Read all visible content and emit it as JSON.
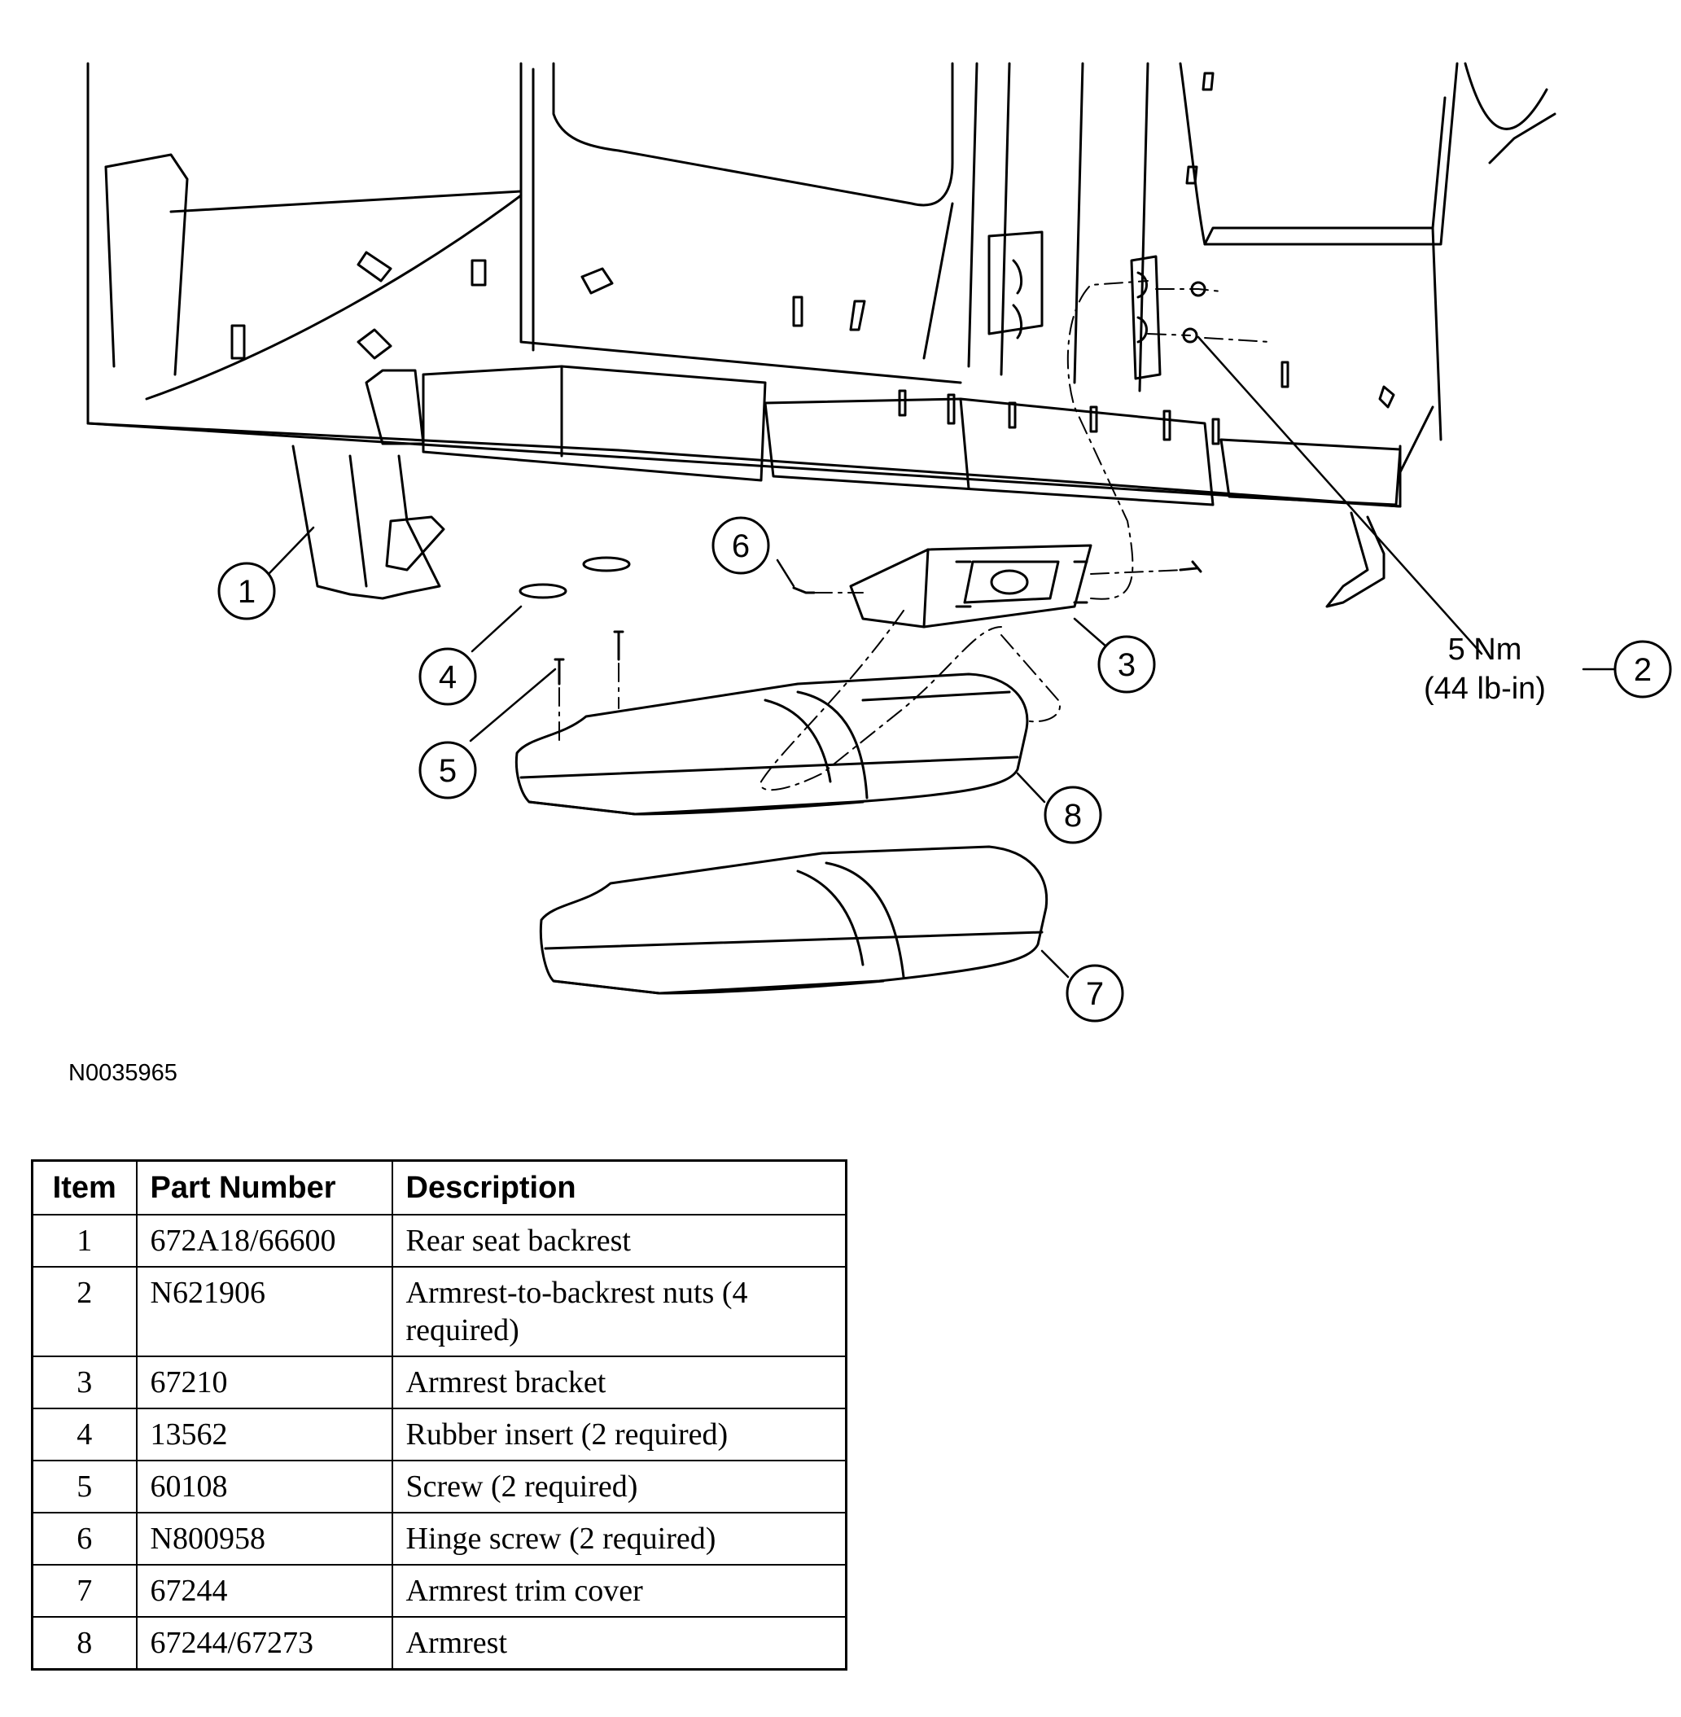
{
  "diagram": {
    "callouts": [
      "1",
      "2",
      "3",
      "4",
      "5",
      "6",
      "7",
      "8"
    ],
    "torque_spec": {
      "metric": "5 Nm",
      "imperial": "(44 lb-in)"
    },
    "figure_id": "N0035965"
  },
  "table": {
    "headers": {
      "item": "Item",
      "part_number": "Part Number",
      "description": "Description"
    },
    "rows": [
      {
        "item": "1",
        "part_number": "672A18/66600",
        "description": "Rear seat backrest"
      },
      {
        "item": "2",
        "part_number": "N621906",
        "description": "Armrest-to-backrest nuts (4 required)"
      },
      {
        "item": "3",
        "part_number": "67210",
        "description": "Armrest bracket"
      },
      {
        "item": "4",
        "part_number": "13562",
        "description": "Rubber insert (2 required)"
      },
      {
        "item": "5",
        "part_number": "60108",
        "description": "Screw (2 required)"
      },
      {
        "item": "6",
        "part_number": "N800958",
        "description": "Hinge screw (2 required)"
      },
      {
        "item": "7",
        "part_number": "67244",
        "description": "Armrest trim cover"
      },
      {
        "item": "8",
        "part_number": "67244/67273",
        "description": "Armrest"
      }
    ]
  }
}
